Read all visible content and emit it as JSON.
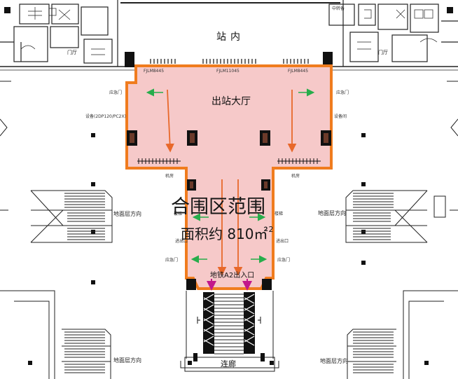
{
  "colors": {
    "zone_fill": "#f6c9c9",
    "zone_stroke": "#f07c1e",
    "arrow_in": "#e8682a",
    "arrow_out": "#27ad4b",
    "exit_marker": "#c2188b"
  },
  "labels": {
    "station_inside": "站内",
    "exit_hall": "出站大厅",
    "fence_zone": "合围区范围",
    "area_prefix": "面积约 810㎡",
    "area_exp": "2",
    "exit_a2": "地铁A2出入口",
    "corridor": "连廊",
    "ground_dir_left_top": "地面层方向",
    "ground_dir_right_top": "地面层方向",
    "ground_dir_left_bottom": "地面层方向",
    "ground_dir_right_bottom": "地面层方向",
    "gate_left": "FJLM8445",
    "gate_mid": "FJLM11045",
    "gate_right": "FJLM8445",
    "door_left_up": "应急门",
    "door_right_up": "应急门",
    "door_left_low": "应急门",
    "door_right_low": "应急门",
    "elec_left": "进出口",
    "elec_right": "进出口",
    "mech_left": "机房",
    "mech_right": "机房",
    "top_right_room": "中转备",
    "room_left": "门厅",
    "room_right": "门厅",
    "note_left": "楼梯",
    "note_right": "楼梯",
    "equip_left": "设备(2DP120/PC2X)",
    "equip_right": "设备间"
  }
}
